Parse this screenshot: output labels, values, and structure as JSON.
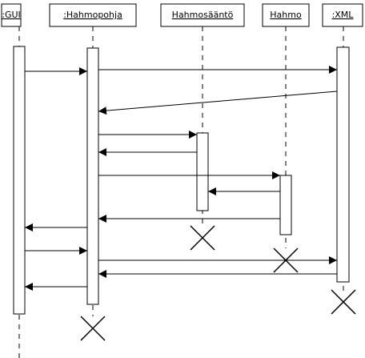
{
  "diagram": {
    "type": "sequence",
    "participants": [
      {
        "id": "gui",
        "label": ":GUI"
      },
      {
        "id": "hahmopohja",
        "label": ":Hahmopohja"
      },
      {
        "id": "hahmosaanto",
        "label": "Hahmosääntö"
      },
      {
        "id": "hahmo",
        "label": "Hahmo"
      },
      {
        "id": "xml",
        "label": ":XML"
      }
    ],
    "messages": [
      {
        "from": "gui",
        "to": "hahmopohja"
      },
      {
        "from": "hahmopohja",
        "to": "xml"
      },
      {
        "from": "xml",
        "to": "hahmopohja"
      },
      {
        "from": "hahmopohja",
        "to": "hahmosaanto"
      },
      {
        "from": "hahmosaanto",
        "to": "hahmopohja"
      },
      {
        "from": "hahmopohja",
        "to": "hahmo"
      },
      {
        "from": "hahmo",
        "to": "hahmosaanto"
      },
      {
        "from": "hahmo",
        "to": "hahmopohja"
      },
      {
        "from": "hahmopohja",
        "to": "gui"
      },
      {
        "from": "gui",
        "to": "hahmopohja"
      },
      {
        "from": "hahmopohja",
        "to": "xml"
      },
      {
        "from": "xml",
        "to": "hahmopohja"
      },
      {
        "from": "hahmopohja",
        "to": "gui"
      }
    ],
    "destroyed": [
      "hahmosaanto",
      "hahmo",
      "xml",
      "hahmopohja"
    ]
  }
}
